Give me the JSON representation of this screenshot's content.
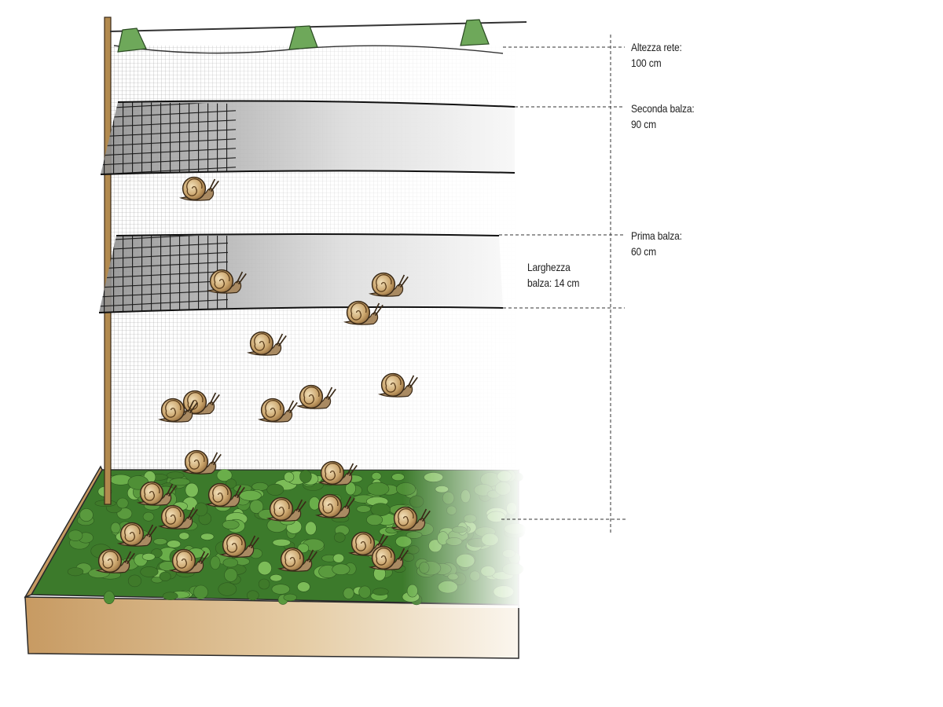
{
  "labels": {
    "net_height": {
      "title": "Altezza rete:",
      "value": "100 cm"
    },
    "second_flap": {
      "title": "Seconda balza:",
      "value": "90 cm"
    },
    "first_flap": {
      "title": "Prima balza:",
      "value": "60 cm"
    },
    "flap_width": {
      "title": "Larghezza",
      "value": "balza: 14 cm"
    }
  },
  "colors": {
    "clip": "#6ea85a",
    "net_mesh": "#222222",
    "foliage": "#5f9e44",
    "soil_box": "#d9b98a",
    "snail_shell": "#c7a46a"
  }
}
